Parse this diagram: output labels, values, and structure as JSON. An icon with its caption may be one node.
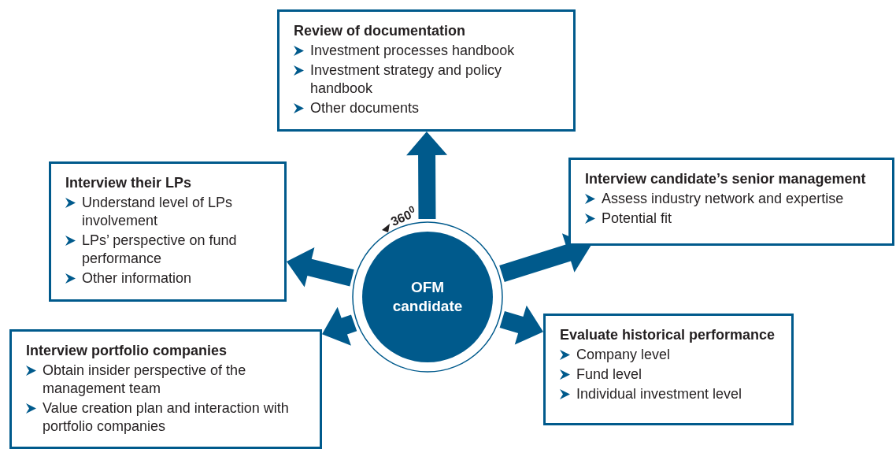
{
  "diagram": {
    "nodes": [
      {
        "text": [
          "OFM candidate"
        ],
        "beside": [
          "360$^{0}$"
        ]
      },
      {
        "text": [
          "Review of documentation",
          "Investment processes handbook",
          "Investment strategy and policy handbook",
          "Other documents"
        ]
      },
      {
        "text": [
          "Interview their LPs",
          "Understand level of LPs involvement",
          "LPs’ perspective on fund performance",
          "Other information"
        ]
      },
      {
        "text": [
          "Interview candidate’s senior management",
          "Assess industry network and expertise",
          "Potential fit"
        ]
      },
      {
        "text": [
          "Interview portfolio companies",
          "Obtain insider perspective of the management team",
          "Value creation plan and interaction with portfolio companies"
        ]
      },
      {
        "text": [
          "Evaluate historical performance",
          "Company level",
          "Fund level",
          "Individual investment level"
        ]
      }
    ],
    "edges": [
      {
        "from": 0,
        "to": 1,
        "arrow": "to",
        "style": "thick"
      },
      {
        "from": 0,
        "to": 3,
        "arrow": "to",
        "style": "thick"
      },
      {
        "from": 0,
        "to": 5,
        "arrow": "to",
        "style": "thick"
      },
      {
        "from": 0,
        "to": 4,
        "arrow": "to",
        "style": "thick"
      },
      {
        "from": 0,
        "to": 2,
        "arrow": "to",
        "style": "thick"
      }
    ]
  }
}
